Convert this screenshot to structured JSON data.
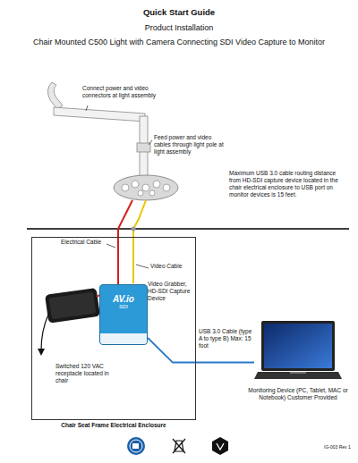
{
  "diagram": {
    "title": "Quick Start Guide",
    "nodes": [
      {
        "text": [
          "Chair Seat Frame Electrical Enclosure"
        ]
      },
      {
        "text": [
          "AV.io",
          "SDI"
        ],
        "in": 0
      },
      {
        "text": [
          "Monitoring Device (PC, Tablet, MAC or Notebook) Customer Provided"
        ]
      }
    ],
    "edges": [
      {
        "from": 1,
        "to": 2,
        "arrow": "none"
      }
    ],
    "labels": [
      "Product Installation",
      "Chair Mounted C500 Light with Camera Connecting SDI Video Capture to Monitor",
      "Connect power and video connectors at light assembly",
      "Feed power and video cables through light pole at light assembly",
      "Maximum USB 3.0 cable routing distance from HD-SDI capture device located in the chair electrical enclosure to USB port on monitor devices is 15 feet.",
      "Electrical Cable",
      "Video Cable",
      "Video Grabber, HD-SDI Capture Device",
      "Switched 120 VAC receptacle located in chair",
      "USB 3.0 Cable (type A to type B) Max: 15 foot",
      "IG-003 Rev 1"
    ]
  }
}
